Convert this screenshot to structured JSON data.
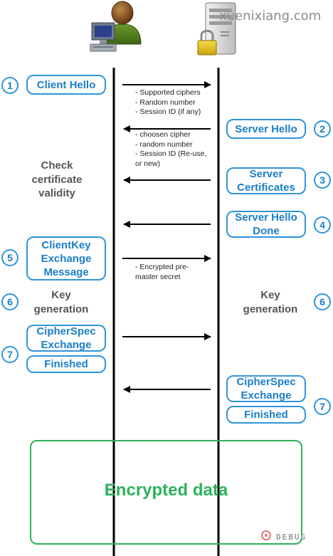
{
  "watermark": "xuenixiang.com",
  "client_steps": [
    {
      "num": "1",
      "label": "Client Hello"
    },
    {
      "num": "5",
      "label": "ClientKey\nExchange\nMessage"
    },
    {
      "num": "7",
      "cipher_label": "CipherSpec\nExchange",
      "finished_label": "Finished"
    }
  ],
  "server_steps": [
    {
      "num": "2",
      "label": "Server Hello"
    },
    {
      "num": "3",
      "label": "Server\nCertificates"
    },
    {
      "num": "4",
      "label": "Server Hello\nDone"
    },
    {
      "num": "7",
      "cipher_label": "CipherSpec\nExchange",
      "finished_label": "Finished"
    }
  ],
  "messages": {
    "client_hello_note": "- Supported ciphers\n- Random number\n- Session ID (if any)",
    "server_hello_note": "- choosen cipher\n- random number\n- Session ID (Re-use,\nor new)",
    "key_exchange_note": "- Encrypted pre-\nmaster secret"
  },
  "labels": {
    "check_cert": "Check\ncertificate\nvalidity",
    "client_keygen_num": "6",
    "client_keygen": "Key\ngeneration",
    "server_keygen_num": "6",
    "server_keygen": "Key\ngeneration"
  },
  "encrypted_data": "Encrypted data",
  "logo_text": "DEBUG"
}
